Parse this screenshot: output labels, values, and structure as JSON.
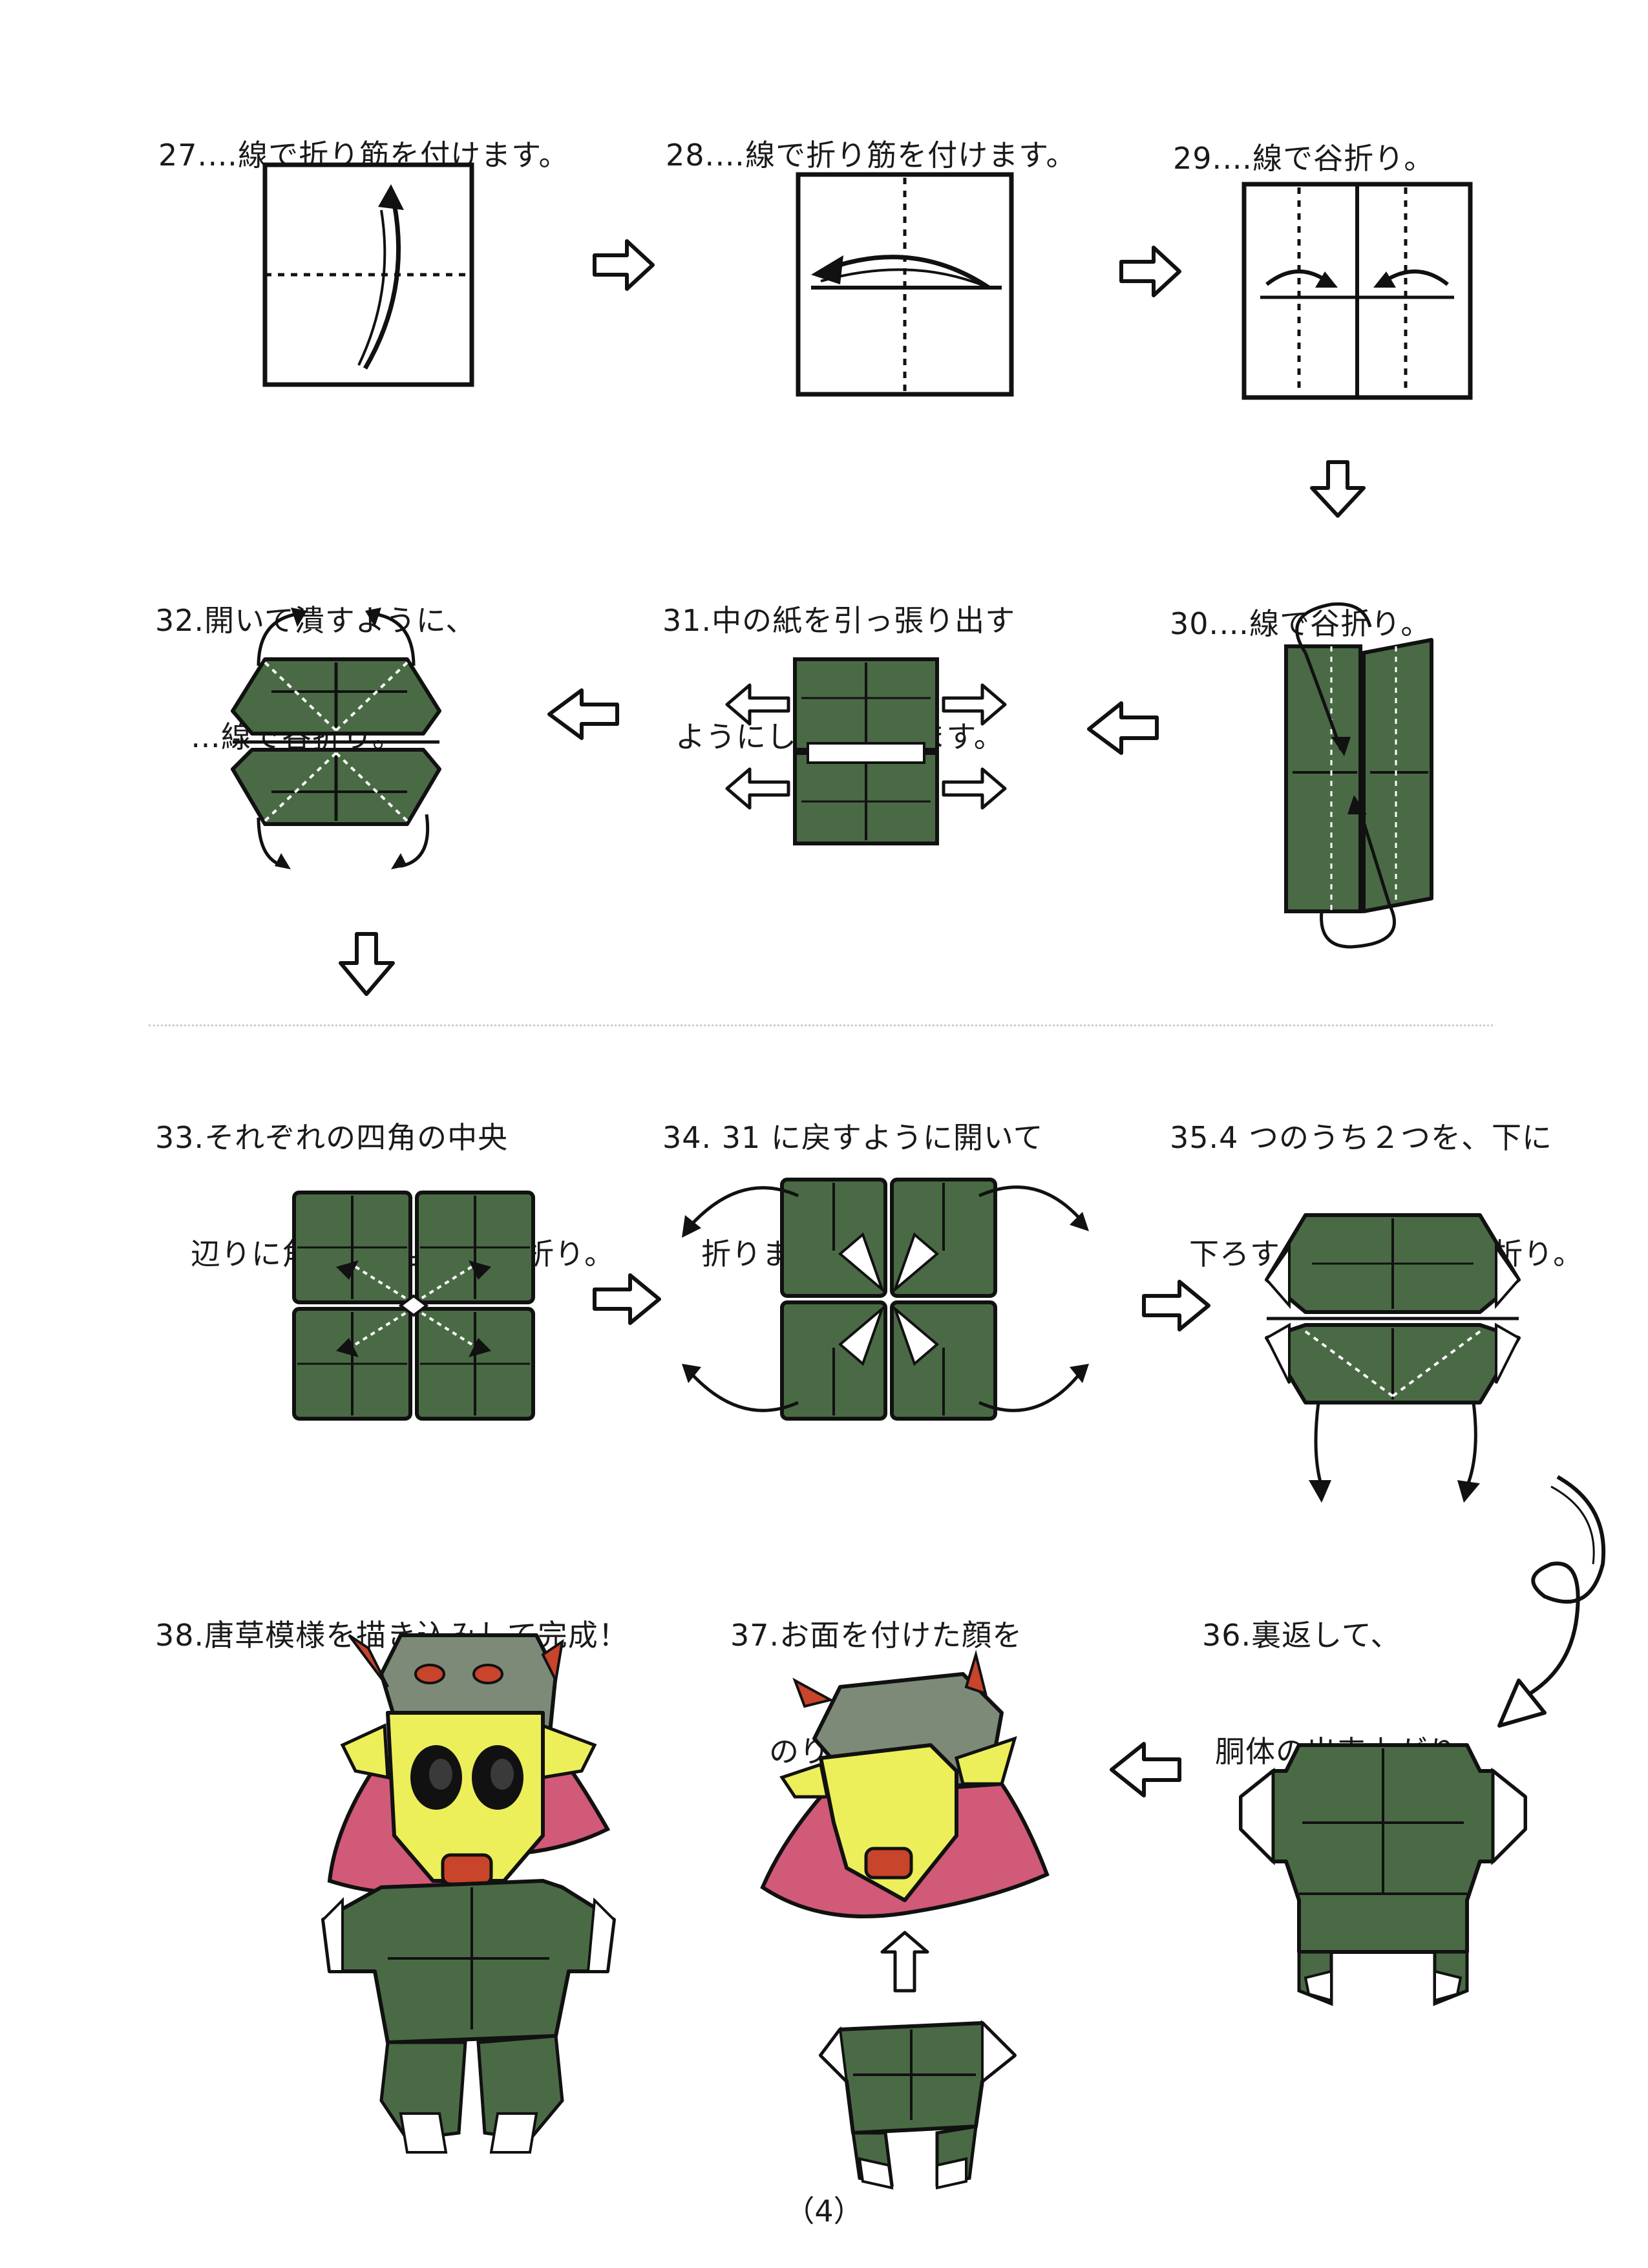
{
  "page_number": "（4）",
  "steps": {
    "s27": {
      "line1": "27.…線で折り筋を付けます。"
    },
    "s28": {
      "line1": "28.…線で折り筋を付けます。"
    },
    "s29": {
      "line1": "29.…線で谷折り。"
    },
    "s30": {
      "line1": "30.…線で谷折り。"
    },
    "s31": {
      "line1": "31.中の紙を引っ張り出す",
      "line2": "ようにして、折ります。"
    },
    "s32": {
      "line1": "32.開いて潰すように、",
      "line2": "…線で谷折り。"
    },
    "s33": {
      "line1": "33.それぞれの四角の中央",
      "line2": "辺りに角がくるように谷折り。"
    },
    "s34": {
      "line1": "34. 31 に戻すように開いて",
      "line2": "折ります。"
    },
    "s35": {
      "line1": "35.4 つのうち２つを、下に",
      "line2": "下ろすように…線で谷折り。"
    },
    "s36": {
      "line1": "36.裏返して、",
      "line2": "胴体の出来上がり。"
    },
    "s37": {
      "line1": "37.お面を付けた顔を",
      "line2": "のり付けします。"
    },
    "s38": {
      "line1": "38.唐草模様を描き込みして完成！"
    }
  },
  "colors": {
    "paper_green": "#4a6a45",
    "ink": "#111111",
    "face_yellow": "#ecef5a",
    "cape_pink": "#d05a78",
    "horn_red": "#c8442a"
  }
}
